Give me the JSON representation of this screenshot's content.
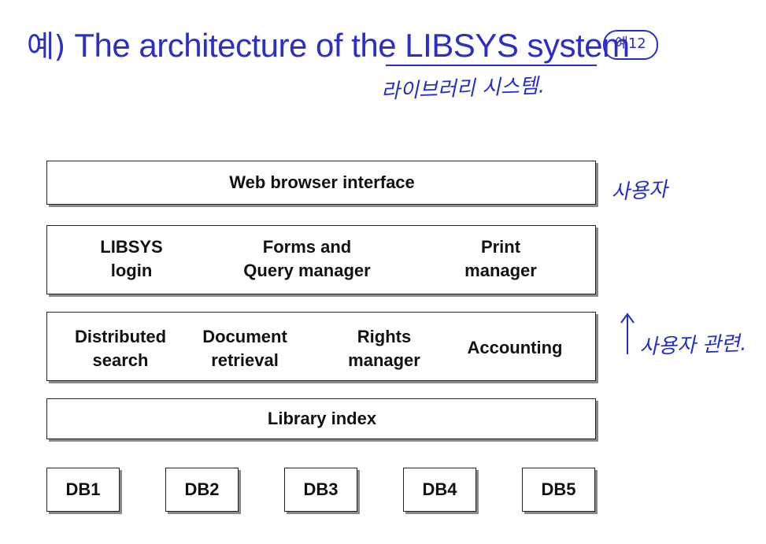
{
  "title": {
    "prefix": "예) ",
    "main": "The architecture of the LIBSYS system",
    "stamp": "예12"
  },
  "annotations": {
    "note_under_title": "라이브러리 시스템.",
    "note_top_layer": "사용자",
    "note_middle": "사용자 관련."
  },
  "layers": {
    "web": "Web browser interface",
    "row2": [
      "LIBSYS\nlogin",
      "Forms and\nQuery manager",
      "Print\nmanager"
    ],
    "row3": [
      "Distributed\nsearch",
      "Document\nretrieval",
      "Rights\nmanager",
      "Accounting"
    ],
    "index": "Library index"
  },
  "databases": [
    "DB1",
    "DB2",
    "DB3",
    "DB4",
    "DB5"
  ],
  "colors": {
    "ink": "#2b2fc7",
    "box_border": "#222222",
    "shadow": "#8a8a8a"
  }
}
